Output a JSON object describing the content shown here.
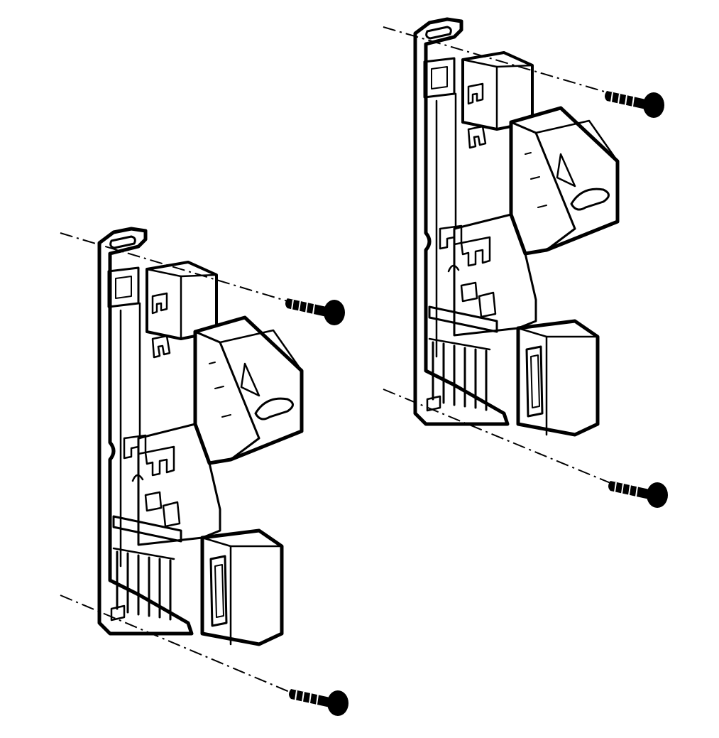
{
  "diagram": {
    "brackets": [
      {
        "id": "left-bracket",
        "screws": [
          "upper",
          "lower"
        ]
      },
      {
        "id": "right-bracket",
        "screws": [
          "upper",
          "lower"
        ]
      }
    ],
    "colors": {
      "line": "#000000",
      "fill": "#ffffff",
      "screw": "#000000"
    }
  }
}
